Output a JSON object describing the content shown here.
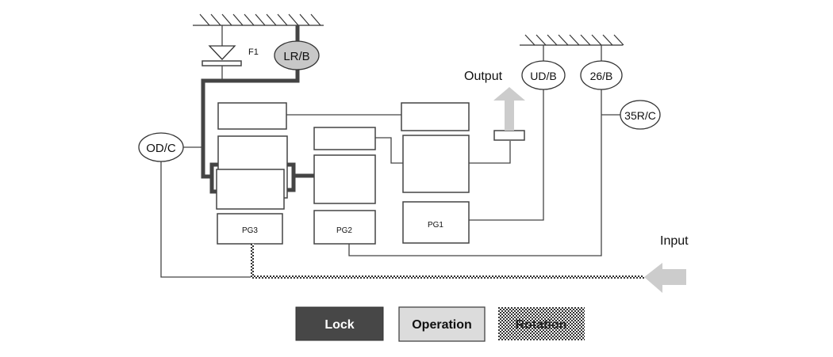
{
  "diagram": {
    "labels": {
      "f1": "F1",
      "lrb": "LR/B",
      "odc": "OD/C",
      "udb": "UD/B",
      "b26": "26/B",
      "r35c": "35R/C",
      "pg1": "PG1",
      "pg2": "PG2",
      "pg3": "PG3",
      "output": "Output",
      "input": "Input"
    },
    "legend": [
      {
        "label": "Lock",
        "color": "#474747"
      },
      {
        "label": "Operation",
        "color": "#dcdcdc"
      },
      {
        "label": "Rotation",
        "pattern": "checkered"
      }
    ],
    "colors": {
      "lock": "#474747",
      "operation_arrow": "#cccccc",
      "lines": "#444444"
    }
  }
}
